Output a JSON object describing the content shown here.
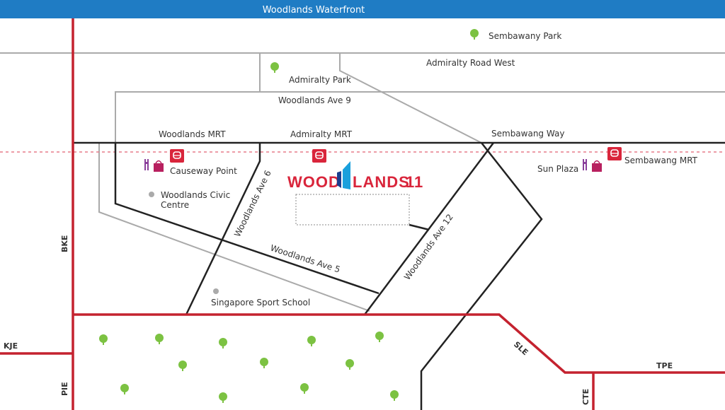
{
  "header": {
    "title": "Woodlands Waterfront"
  },
  "colors": {
    "banner": "#1f7cc4",
    "expressway": "#c4222f",
    "road": "#222222",
    "minor_road": "#aaaaaa",
    "rail": "#e77b8a",
    "tree": "#7cc242",
    "logo_red": "#d9253b",
    "logo_blue": "#1aa0dc"
  },
  "places": {
    "sembawang_park": "Sembawany Park",
    "admiralty_park": "Admiralty Park",
    "causeway_point": "Causeway Point",
    "civic_centre_1": "Woodlands Civic",
    "civic_centre_2": "Centre",
    "sun_plaza": "Sun Plaza",
    "sport_school": "Singapore Sport School"
  },
  "stations": {
    "woodlands_mrt": "Woodlands MRT",
    "admiralty_mrt": "Admiralty MRT",
    "sembawang_mrt": "Sembawang MRT"
  },
  "roads": {
    "admiralty_road_west": "Admiralty Road West",
    "woodlands_ave_9": "Woodlands Ave 9",
    "sembawang_way": "Sembawang Way",
    "woodlands_ave_6": "Woodlands Ave 6",
    "woodlands_ave_5": "Woodlands Ave 5",
    "woodlands_ave_12": "Woodlands Ave 12"
  },
  "expressways": {
    "bke": "BKE",
    "kje": "KJE",
    "pie": "PIE",
    "sle": "SLE",
    "tpe": "TPE",
    "cte": "CTE"
  },
  "logo": {
    "left": "WOOD",
    "right": "LANDS",
    "number": "11"
  }
}
